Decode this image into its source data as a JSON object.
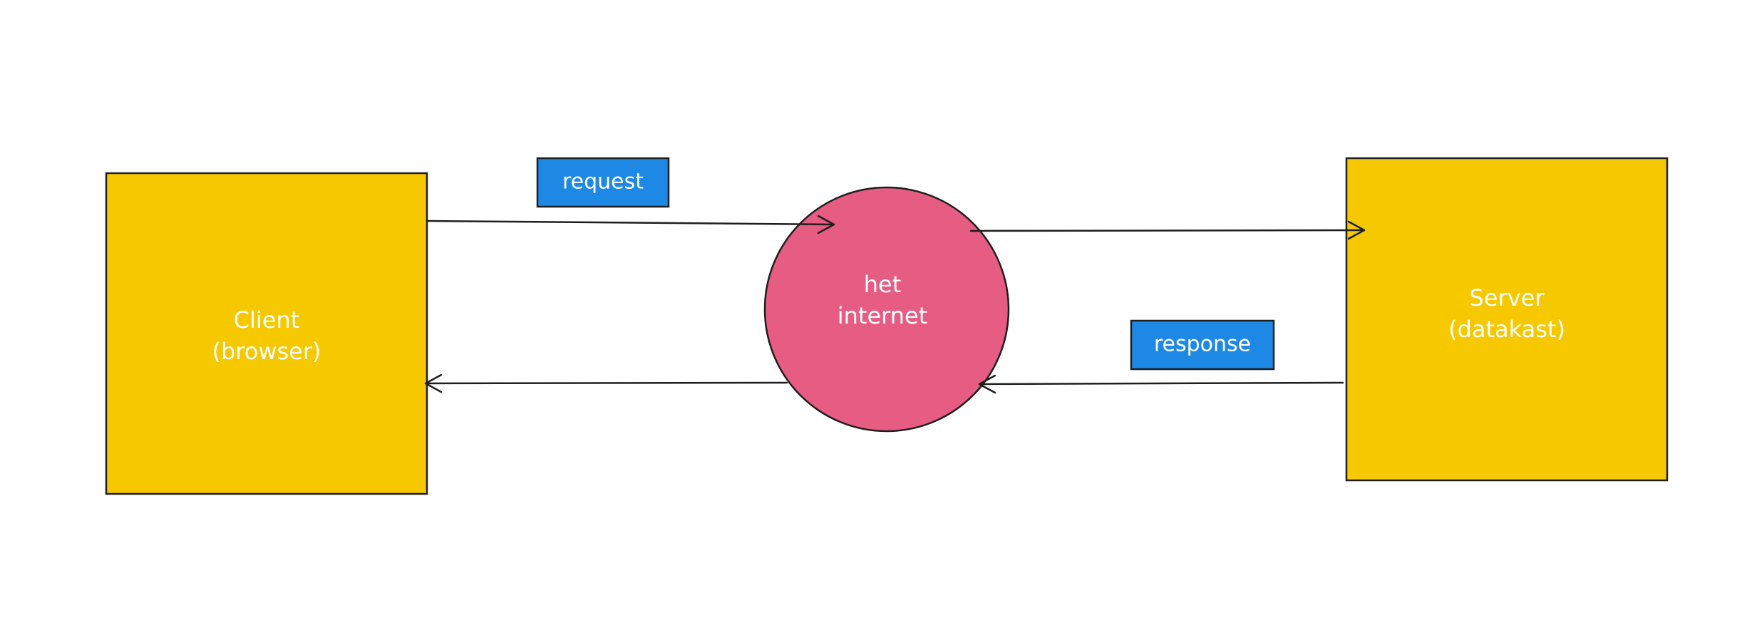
{
  "colors": {
    "box_fill": "#f5c800",
    "circle_fill": "#e65c82",
    "tag_fill": "#1e88e5",
    "stroke": "#1e1e1e",
    "text": "#ffffff"
  },
  "client": {
    "line1": "Client",
    "line2": "(browser)"
  },
  "internet": {
    "line1": "het",
    "line2": "internet"
  },
  "server": {
    "line1": "Server",
    "line2": "(datakast)"
  },
  "request_tag": {
    "label": "request"
  },
  "response_tag": {
    "label": "response"
  },
  "arrows": [
    {
      "from": "client",
      "to": "internet"
    },
    {
      "from": "internet",
      "to": "server"
    },
    {
      "from": "server",
      "to": "internet"
    },
    {
      "from": "internet",
      "to": "client"
    }
  ]
}
